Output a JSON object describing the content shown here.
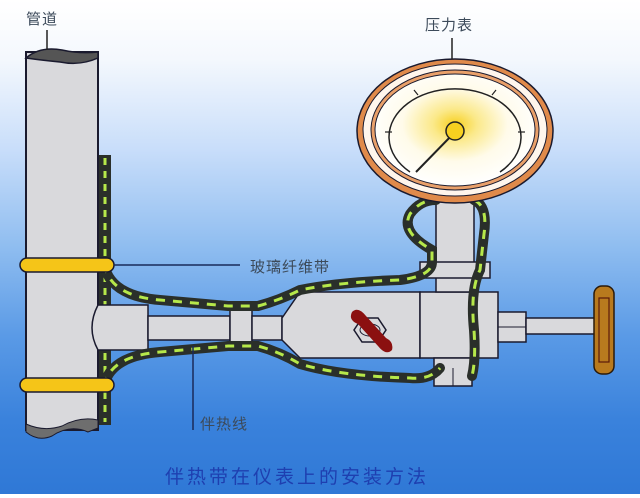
{
  "diagram": {
    "caption": "伴热带在仪表上的安装方法",
    "labels": {
      "pipe": "管道",
      "pressure_gauge": "压力表",
      "fiberglass_tape": "玻璃纤维带",
      "heat_tracing_cable": "伴热线"
    },
    "colors": {
      "pipe_fill": "#d9d9dc",
      "outline": "#1a1a2e",
      "clamp_band": "#f5c518",
      "cable_jacket": "#2a2f2a",
      "cable_dash": "#b6e84a",
      "gauge_rim": "#e08a4a",
      "handle": "#b87a1e",
      "valve_stem_mark": "#8b1010",
      "caption": "#1e3fb0"
    }
  }
}
